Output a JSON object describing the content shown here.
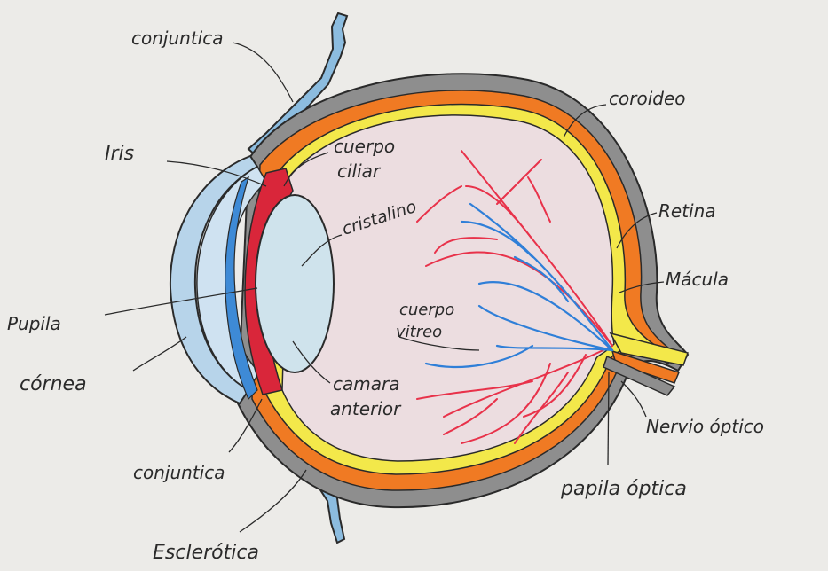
{
  "diagram": {
    "labels": {
      "conjuntiva_top": "conjuntica",
      "coroides": "coroideo",
      "iris": "Iris",
      "cuerpo_ciliar_1": "cuerpo",
      "cuerpo_ciliar_2": "ciliar",
      "cristalino": "cristalino",
      "retina": "Retina",
      "macula": "Mácula",
      "pupila": "Pupila",
      "cuerpo_vitreo_1": "cuerpo",
      "cuerpo_vitreo_2": "vitreo",
      "cornea": "córnea",
      "camara_1": "camara",
      "camara_2": "anterior",
      "nervio": "Nervio óptico",
      "conjuntiva_bottom": "conjuntica",
      "papila": "papila óptica",
      "esclerotica": "Esclerótica"
    },
    "colors": {
      "paper": "#ecebe8",
      "sclera_gray": "#8a8a8a",
      "choroid_orange": "#f07a23",
      "retina_yellow": "#f3e84a",
      "vitreous_pink": "#ecdde0",
      "cornea_blue": "#b7d4ea",
      "conjunctiva_blue": "#8cbcdf",
      "iris_red": "#d9263a",
      "vessel_red": "#e8324a",
      "vessel_blue": "#2f7fd8",
      "ink": "#2a2a2a"
    }
  }
}
